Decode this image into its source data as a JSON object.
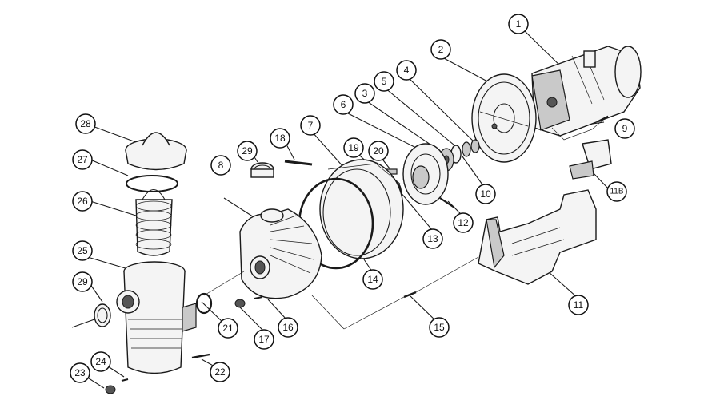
{
  "callouts": [
    "1",
    "2",
    "3",
    "4",
    "5",
    "6",
    "7",
    "8",
    "9",
    "10",
    "11",
    "11B",
    "12",
    "13",
    "14",
    "15",
    "16",
    "17",
    "18",
    "19",
    "20",
    "21",
    "22",
    "23",
    "24",
    "25",
    "26",
    "27",
    "28",
    "29",
    "29"
  ]
}
